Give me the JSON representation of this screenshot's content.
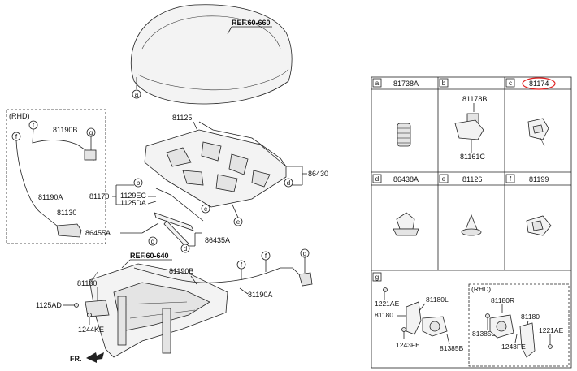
{
  "main": {
    "ref_hood": "REF.60-660",
    "ref_front": "REF.60-640",
    "front_label": "FR.",
    "hood_callout": "a",
    "hood_panel_part": "81125",
    "hood_weatherstrip": "86430",
    "callout_d": "d",
    "callout_e": "e",
    "callout_b": "b",
    "callout_c": "c",
    "callout_f": "f",
    "callout_g": "g",
    "part_81170": "81170",
    "part_1129ec": "1129EC",
    "part_1125da": "1125DA",
    "part_86455a": "86455A",
    "part_86435a": "86435A",
    "part_81190b": "81190B",
    "part_81190a": "81190A",
    "part_81130": "81130",
    "part_1125ad": "1125AD",
    "part_1244ke": "1244KE"
  },
  "rhd_box": {
    "title": "(RHD)",
    "part_81190b": "81190B",
    "part_81190a": "81190A",
    "part_81130": "81130",
    "callout_f1": "f",
    "callout_f2": "f",
    "callout_g": "g"
  },
  "table": {
    "cells": [
      {
        "letter": "a",
        "part": "81738A"
      },
      {
        "letter": "b",
        "part": "",
        "sub1": "81178B",
        "sub2": "81161C"
      },
      {
        "letter": "c",
        "part": "81174"
      },
      {
        "letter": "d",
        "part": "86438A"
      },
      {
        "letter": "e",
        "part": "81126"
      },
      {
        "letter": "f",
        "part": "81199"
      }
    ],
    "g_cell": {
      "letter": "g",
      "labels": [
        "1221AE",
        "81180L",
        "81180",
        "1243FE",
        "81385B"
      ],
      "rhd_title": "(RHD)",
      "rhd_labels": [
        "81180R",
        "81180",
        "81385B",
        "1221AE",
        "1243FE"
      ]
    },
    "highlight_color": "#e02020"
  }
}
